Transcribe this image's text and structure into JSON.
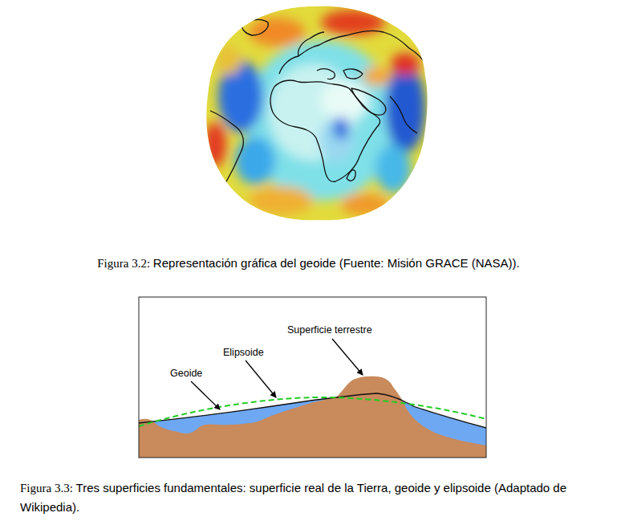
{
  "diagram": {
    "labels": [
      "Figura 3.2:",
      "Representación gráfica del geoide (Fuente: Misión GRACE (NASA)).",
      "Superficie terrestre",
      "Elipsoide",
      "Geoide",
      "Figura 3.3:",
      "Tres superficies fundamentales: superficie real de la Tierra, geoide y elipsoide (Adaptado de Wikipedia)."
    ]
  }
}
